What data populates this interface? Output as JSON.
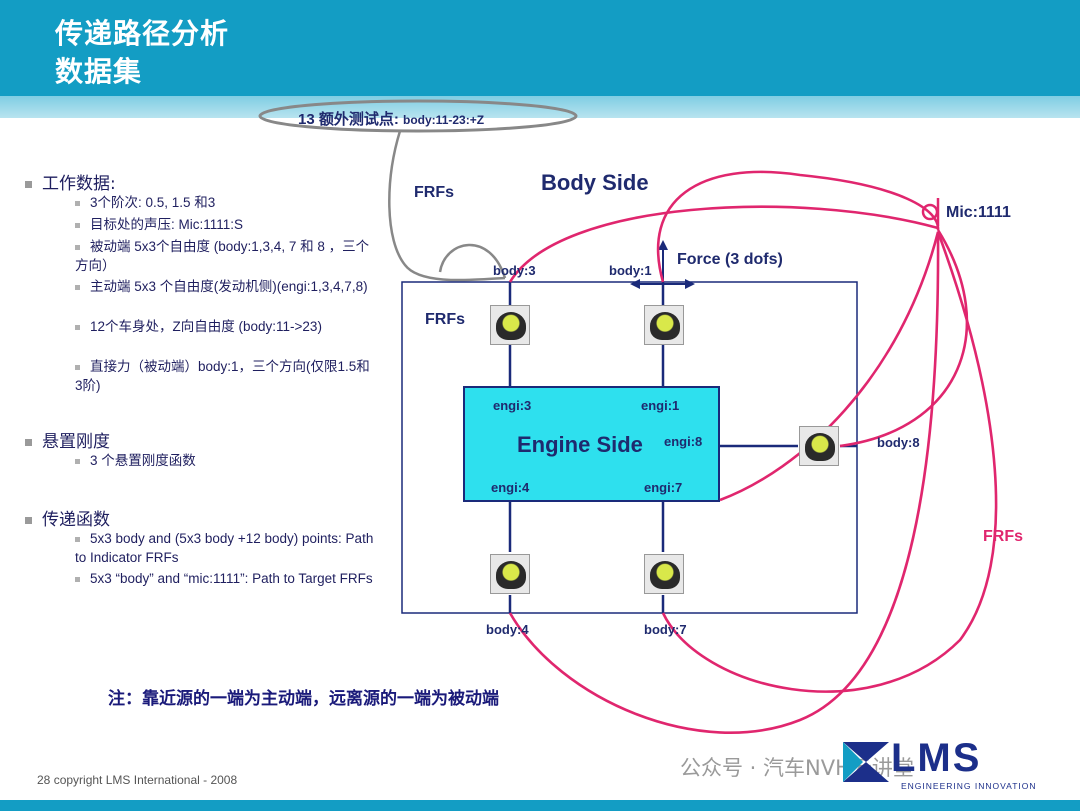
{
  "header": {
    "title_line1": "传递路径分析",
    "title_line2": "数据集"
  },
  "callout": {
    "label": "13 额外测试点: ",
    "detail": "body:11-23:+Z"
  },
  "bullets": {
    "work_data": {
      "heading": "工作数据:",
      "items": [
        "3个阶次: 0.5, 1.5 和3",
        "目标处的声压: Mic:1111:S",
        "被动端 5x3个自由度 (body:1,3,4, 7 和 8 ，三个方向）",
        "主动端 5x3 个自由度(发动机侧)(engi:1,3,4,7,8)",
        "12个车身处，Z向自由度 (body:11->23)",
        "直接力（被动端）body:1，三个方向(仅限1.5和3阶)"
      ]
    },
    "mount_stiffness": {
      "heading": "悬置刚度",
      "items": [
        "3 个悬置刚度函数"
      ]
    },
    "transfer": {
      "heading": "传递函数",
      "items": [
        "5x3 body and (5x3 body +12 body) points: Path to Indicator FRFs",
        "5x3 “body” and “mic:1111”: Path to Target FRFs"
      ]
    }
  },
  "diagram": {
    "body_side": "Body Side",
    "engine_side": "Engine Side",
    "frfs_top": "FRFs",
    "frfs_left": "FRFs",
    "frfs_right": "FRFs",
    "force": "Force (3 dofs)",
    "mic": "Mic:1111",
    "body_labels": {
      "b3": "body:3",
      "b1": "body:1",
      "b8": "body:8",
      "b4": "body:4",
      "b7": "body:7"
    },
    "engi_labels": {
      "e3": "engi:3",
      "e1": "engi:1",
      "e8": "engi:8",
      "e4": "engi:4",
      "e7": "engi:7"
    },
    "colors": {
      "frame": "#1a2a7a",
      "engine_fill": "#2ee0ee",
      "frf_path": "#e0266e",
      "callout": "#888888"
    }
  },
  "note": "注：靠近源的一端为主动端，远离源的一端为被动端",
  "footer": {
    "page": "28",
    "copyright": "copyright LMS International - 2008",
    "watermark": "公众号 · 汽车NVH云讲堂"
  },
  "logo": {
    "text": "LMS",
    "tagline": "ENGINEERING INNOVATION"
  }
}
